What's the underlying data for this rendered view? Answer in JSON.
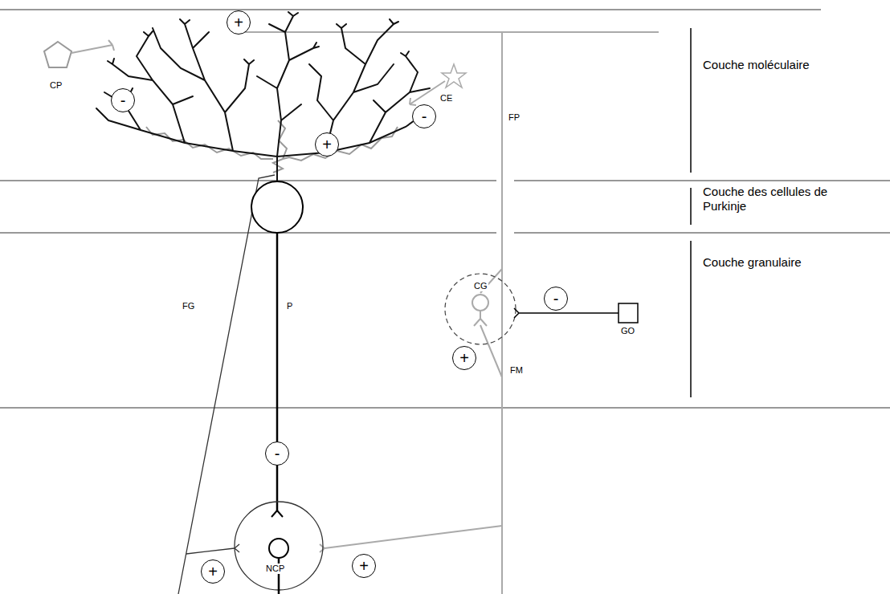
{
  "diagram": {
    "nodes": [
      {
        "text": [
          "+"
        ]
      },
      {
        "text": [
          "-"
        ]
      },
      {
        "text": [
          "-"
        ]
      },
      {
        "text": [
          "+"
        ]
      },
      {
        "text": [
          "-"
        ]
      },
      {
        "text": [
          "+"
        ]
      },
      {
        "text": [
          "-"
        ]
      },
      {
        "text": [
          "+"
        ]
      },
      {
        "text": [
          "+"
        ]
      }
    ],
    "labels": [
      "Couche moléculaire",
      "Couche des cellules de Purkinje",
      "Couche granulaire",
      "CP",
      "CE",
      "FP",
      "CG",
      "GO",
      "FG",
      "P",
      "FM",
      "NCP"
    ]
  }
}
